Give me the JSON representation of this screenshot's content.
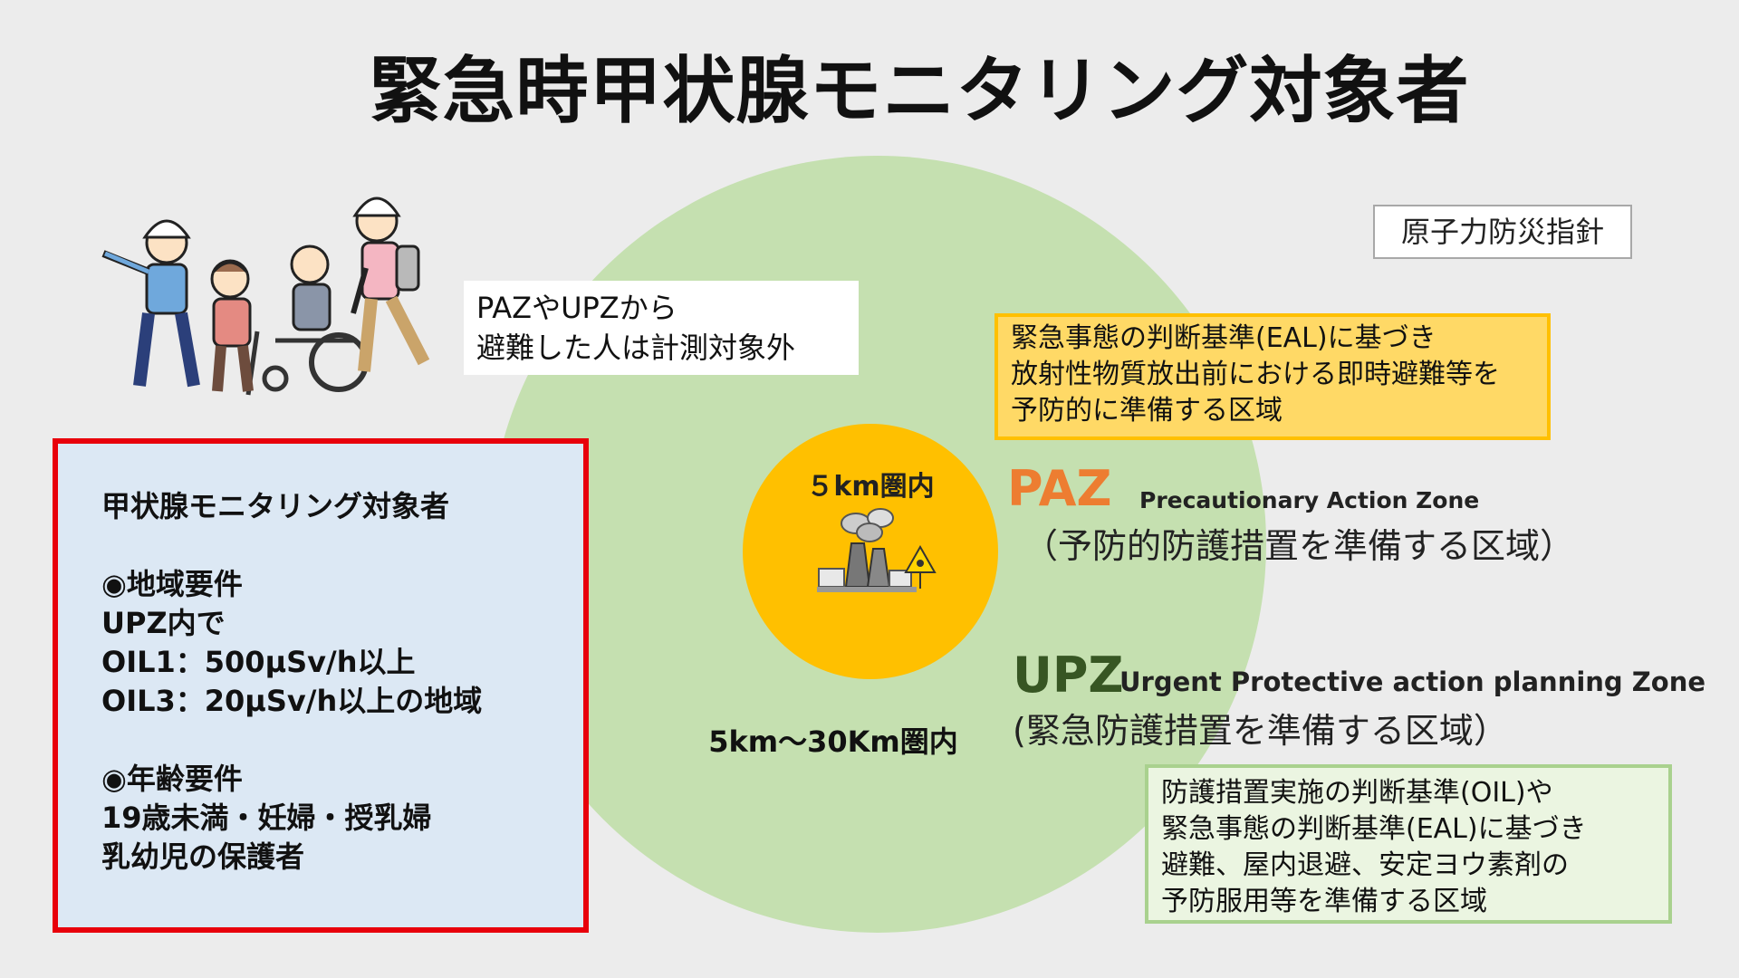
{
  "title": "緊急時甲状腺モニタリング対象者",
  "evacuee_note": {
    "line1": "PAZやUPZから",
    "line2": "避難した人は計測対象外"
  },
  "guideline_label": "原子力防災指針",
  "inner_circle": {
    "label": "５km圏内"
  },
  "outer_circle": {
    "label": "5km～30Km圏内"
  },
  "paz": {
    "box_lines": [
      "緊急事態の判断基準(EAL)に基づき",
      "放射性物質放出前における即時避難等を",
      "予防的に準備する区域"
    ],
    "abbr": "PAZ",
    "full_name": "Precautionary Action Zone",
    "description": "（予防的防護措置を準備する区域）"
  },
  "upz": {
    "abbr": "UPZ",
    "full_name": "Urgent Protective action planning Zone",
    "description": "(緊急防護措置を準備する区域）",
    "box_lines": [
      "防護措置実施の判断基準(OIL)や",
      "緊急事態の判断基準(EAL)に基づき",
      "避難、屋内退避、安定ヨウ素剤の",
      "予防服用等を準備する区域"
    ]
  },
  "target_box": {
    "heading": "甲状腺モニタリング対象者",
    "region_heading": "◉地域要件",
    "region_lines": [
      "UPZ内で",
      "OIL1：500μSv/h以上",
      "OIL3：20μSv/h以上の地域"
    ],
    "age_heading": "◉年齢要件",
    "age_lines": [
      "19歳未満・妊婦・授乳婦",
      "乳幼児の保護者"
    ]
  },
  "colors": {
    "upz_circle": "#c5e0b0",
    "paz_circle": "#ffc000",
    "paz_text": "#ed7d31",
    "upz_text": "#375623",
    "target_border": "#e8000b",
    "target_fill": "#dce8f4"
  },
  "icons": {
    "people": "evacuating-people-icon",
    "plant": "nuclear-power-plant-icon"
  }
}
